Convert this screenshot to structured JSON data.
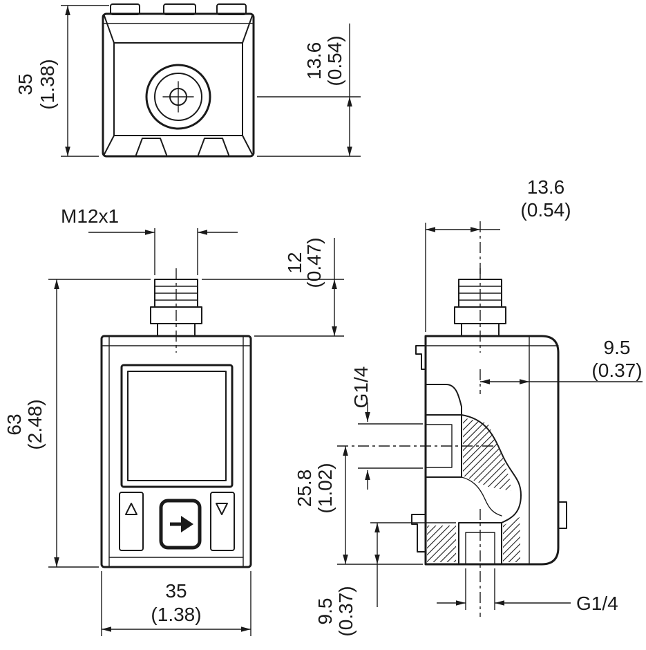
{
  "page": {
    "background": "#ffffff",
    "line_color": "#1a1a1a"
  },
  "top_view": {
    "height_mm": "35",
    "height_in": "(1.38)",
    "offset_mm": "13.6",
    "offset_in": "(0.54)"
  },
  "front_view": {
    "thread": "M12x1",
    "conn_mm": "12",
    "conn_in": "(0.47)",
    "height_mm": "63",
    "height_in": "(2.48)",
    "width_mm": "35",
    "width_in": "(1.38)"
  },
  "side_view": {
    "offset_mm": "13.6",
    "offset_in": "(0.54)",
    "depth_mm": "9.5",
    "depth_in": "(0.37)",
    "port_top": "G1/4",
    "spacing_mm": "25.8",
    "spacing_in": "(1.02)",
    "bottom_mm": "9.5",
    "bottom_in": "(0.37)",
    "port_bottom": "G1/4"
  }
}
